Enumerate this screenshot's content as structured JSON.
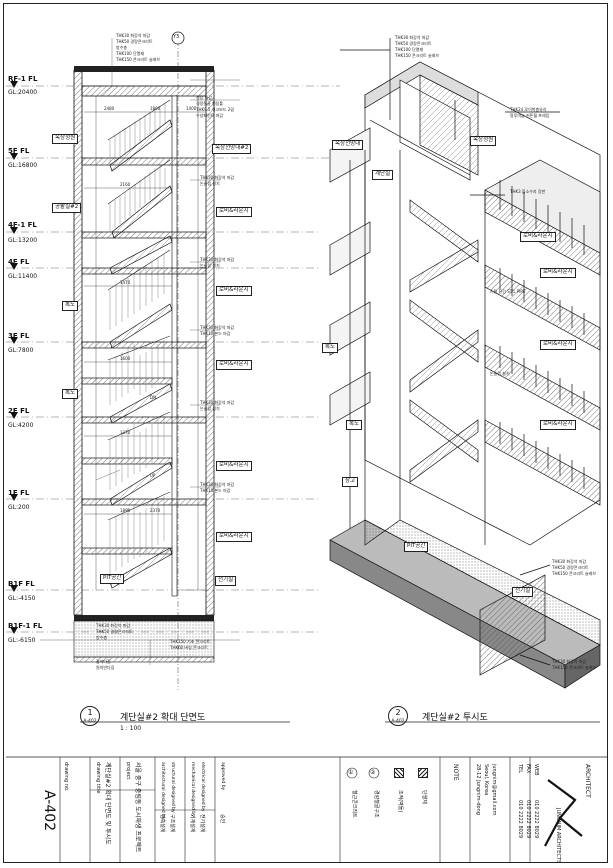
{
  "section": {
    "grid_bubble": "Y3",
    "levels": [
      {
        "name": "RF-1 FL",
        "gl": "GL:20400"
      },
      {
        "name": "5F FL",
        "gl": "GL:16800"
      },
      {
        "name": "4F-1 FL",
        "gl": "GL:13200"
      },
      {
        "name": "4F FL",
        "gl": "GL:11400"
      },
      {
        "name": "3F FL",
        "gl": "GL:7800"
      },
      {
        "name": "2F FL",
        "gl": "GL:4200"
      },
      {
        "name": "1F FL",
        "gl": "GL:200"
      },
      {
        "name": "B1F FL",
        "gl": "GL:-4150"
      },
      {
        "name": "B1F-1 FL",
        "gl": "GL:-6150"
      }
    ],
    "rooms": {
      "rooftop": "옥상정원",
      "rooftop_deck": "옥상전망대#2",
      "machine_room": "공활실#2",
      "corridor_3f": "복도",
      "corridor_2f": "복도",
      "pit": "PIT공간",
      "electrical": "전기실",
      "lounge_5f": "로비&라운지",
      "lounge_4f": "로비&라운지",
      "lounge_3f": "로비&라운지",
      "lounge_2f": "로비&라운지",
      "lounge_1f": "로비&라운지"
    },
    "dims": [
      "2480",
      "1800",
      "1400",
      "2160",
      "1470",
      "1600",
      "1370",
      "1890",
      "2370"
    ],
    "notes_top": [
      "THK30 화강석 마감",
      "THK50 경량콘크리트",
      "방수층",
      "THK100 단열재",
      "THK150 콘크리트 슬래브",
      "천장 마감",
      "경량철골 천장틀",
      "THK9.5 석고보드 2겹",
      "수성페인트 마감"
    ],
    "notes_bottom": [
      "THK30 화강석 마감",
      "THK50 경량콘크리트",
      "방수층",
      "THK150 기초 콘크리트",
      "THK60 버림 콘크리트",
      "잡석다짐",
      "원지반다짐"
    ],
    "notes_right": [
      "THK30 화강석 마감",
      "논슬립 설치",
      "THK10 본드 마감"
    ],
    "stair_labels": [
      "UP",
      "DN"
    ]
  },
  "axon": {
    "rooms": [
      "옥상정원",
      "옥상전망대",
      "로비&라운지",
      "로비&라운지",
      "로비&라운지",
      "로비&라운지",
      "복도",
      "복도",
      "전기실",
      "PIT공간",
      "창고",
      "계단실"
    ],
    "notes": [
      "THK30 화강석 마감",
      "THK50 경량콘크리트",
      "THK100 단열재",
      "THK150 콘크리트 슬래브",
      "THK24 로이복층유리",
      "알루미늄 커튼월 프레임",
      "THK3 불소수지 강판",
      "스틸 난간 ST'L PIPE",
      "논슬립 설치"
    ]
  },
  "drawing_titles": [
    {
      "num": "1",
      "sheet": "A-402",
      "title": "계단실#2 확대 단면도",
      "scale": "1 : 100"
    },
    {
      "num": "2",
      "sheet": "A-402",
      "title": "계단실#2 투시도",
      "scale": ""
    }
  ],
  "title_block": {
    "sheet_no": "A-402",
    "drawing_label": "drawing no.",
    "drawing_title_label": "drawing title",
    "drawing_title": "계단실#2 확대 단면도 및 투시도",
    "project_label": "project",
    "project": "서울 중구 중림동 도시재생 프로젝트",
    "rows": [
      {
        "label": "architectural designed by",
        "value": "건축설계"
      },
      {
        "label": "structural designed by",
        "value": "구조설계"
      },
      {
        "label": "mechanical designed by",
        "value": "기계설계"
      },
      {
        "label": "electrical designed by",
        "value": "전기설계"
      },
      {
        "label": "approved by",
        "value": "승인"
      }
    ],
    "legend": [
      {
        "symbol": "①",
        "text": "철근콘크리트"
      },
      {
        "symbol": "②",
        "text": "경량철골구조"
      },
      {
        "symbol": "③",
        "text": "조적(벽돌)"
      },
      {
        "symbol": "④",
        "text": "단열재"
      }
    ],
    "note_label": "NOTE",
    "address_lines": [
      "28-12 Jungnim-dong",
      "Seoul, Korea",
      "jungnim@gmail.com"
    ],
    "contact": [
      {
        "label": "TEL",
        "value": "010 2222 8029"
      },
      {
        "label": "FAX",
        "value": "010 2222 8029"
      },
      {
        "label": "WEB",
        "value": "010 2222 8029"
      }
    ],
    "office_label": "ARCHITECT",
    "office_name": "JUNGNIM ARCHITECTS"
  }
}
